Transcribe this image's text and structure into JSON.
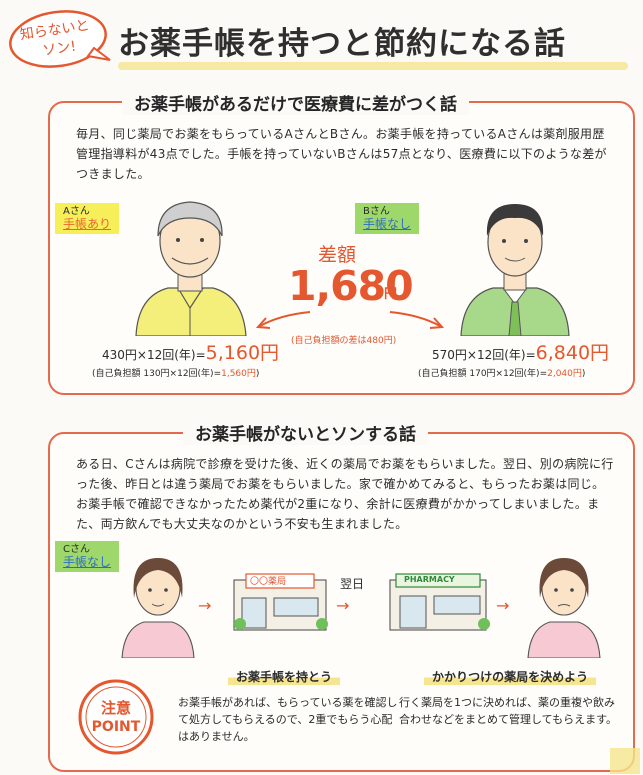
{
  "header": {
    "badge_line1": "知らないと",
    "badge_line2": "ソン!",
    "title": "お薬手帳を持つと節約になる話"
  },
  "section1": {
    "heading": "お薬手帳があるだけで医療費に差がつく話",
    "intro": "毎月、同じ薬局でお薬をもらっているAさんとBさん。お薬手帳を持っているAさんは薬剤服用歴管理指導料が43点でした。手帳を持っていないBさんは57点となり、医療費に以下のような差がつきました。",
    "person_a": {
      "name": "Aさん",
      "status": "手帳あり"
    },
    "person_b": {
      "name": "Bさん",
      "status": "手帳なし"
    },
    "difference": {
      "label": "差額",
      "amount": "1,680",
      "unit": "円",
      "note": "(自己負担額の差は480円)"
    },
    "calc_a": {
      "formula": "430円×12回(年)=",
      "result": "5,160円"
    },
    "calc_b": {
      "formula": "570円×12回(年)=",
      "result": "6,840円"
    },
    "self_a": {
      "formula": "(自己負担額 130円×12回(年)=",
      "result": "1,560円",
      "close": ")"
    },
    "self_b": {
      "formula": "(自己負担額 170円×12回(年)=",
      "result": "2,040円",
      "close": ")"
    }
  },
  "section2": {
    "heading": "お薬手帳がないとソンする話",
    "intro": "ある日、Cさんは病院で診療を受けた後、近くの薬局でお薬をもらいました。翌日、別の病院に行った後、昨日とは違う薬局でお薬をもらいました。家で確かめてみると、もらったお薬は同じ。お薬手帳で確認できなかったため薬代が2重になり、余計に医療費がかかってしまいました。また、両方飲んでも大丈夫なのかという不安も生まれました。",
    "person_c": {
      "name": "Cさん",
      "status": "手帳なし"
    },
    "pharmacy1_sign": "〇〇薬局",
    "pharmacy2_sign": "PHARMACY",
    "next_day": "翌日"
  },
  "point": {
    "badge_top": "注意",
    "badge_bottom": "POINT",
    "tip1_title": "お薬手帳を持とう",
    "tip1_text": "お薬手帳があれば、もらっている薬を確認して処方してもらえるので、2重でもらう心配はありません。",
    "tip2_title": "かかりつけの薬局を決めよう",
    "tip2_text": "行く薬局を1つに決めれば、薬の重複や飲み合わせなどをまとめて管理してもらえます。"
  },
  "colors": {
    "accent_red": "#e4572f",
    "frame_red": "#e46a4e",
    "yellow_tag": "#f6ef5a",
    "green_tag": "#9fd86a",
    "link_blue": "#2d6cc4"
  }
}
